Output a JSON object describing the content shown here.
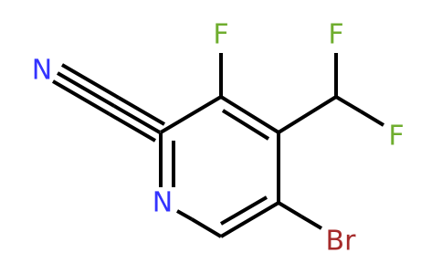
{
  "molecule": {
    "atoms": {
      "N_nitrile": {
        "label": "N",
        "color": "#3333ff"
      },
      "N_ring": {
        "label": "N",
        "color": "#3333ff"
      },
      "F_ring": {
        "label": "F",
        "color": "#6fad2e"
      },
      "F_top": {
        "label": "F",
        "color": "#6fad2e"
      },
      "F_right": {
        "label": "F",
        "color": "#6fad2e"
      },
      "Br": {
        "label": "Br",
        "color": "#a52a2a"
      }
    },
    "bond_color": "#000000"
  }
}
